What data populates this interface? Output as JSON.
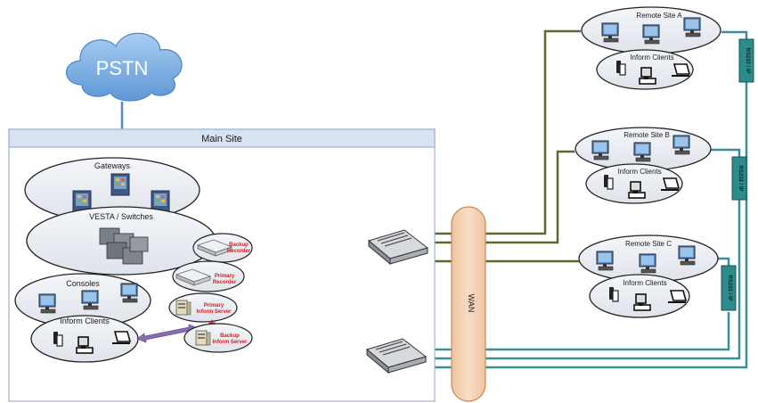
{
  "cloud": {
    "label": "PSTN"
  },
  "main_site": {
    "title": "Main Site",
    "gateways": "Gateways",
    "vesta": "VESTA / Switches",
    "consoles": "Consoles",
    "inform_clients": "Inform Clients",
    "backup_recorder": [
      "Backup",
      "Recorder"
    ],
    "primary_recorder": [
      "Primary",
      "Recorder"
    ],
    "primary_inform_server": [
      "Primary",
      "Inform Server"
    ],
    "backup_inform_server": [
      "Backup",
      "Inform Server"
    ]
  },
  "wan": {
    "label": "WAN"
  },
  "remote_sites": [
    {
      "title": "Remote Site A",
      "clients": "Inform Clients",
      "serial": "RS232 / IP"
    },
    {
      "title": "Remote Site B",
      "clients": "Inform Clients",
      "serial": "RS232 / IP"
    },
    {
      "title": "Remote Site C",
      "clients": "Inform Clients",
      "serial": "RS232 / IP"
    }
  ],
  "colors": {
    "primary_link": "#5b6a2e",
    "secondary_link": "#3a8f96",
    "cloud": "#7fb3e6",
    "wan": "#f2c9a8",
    "serial": "#2e8b8b"
  }
}
